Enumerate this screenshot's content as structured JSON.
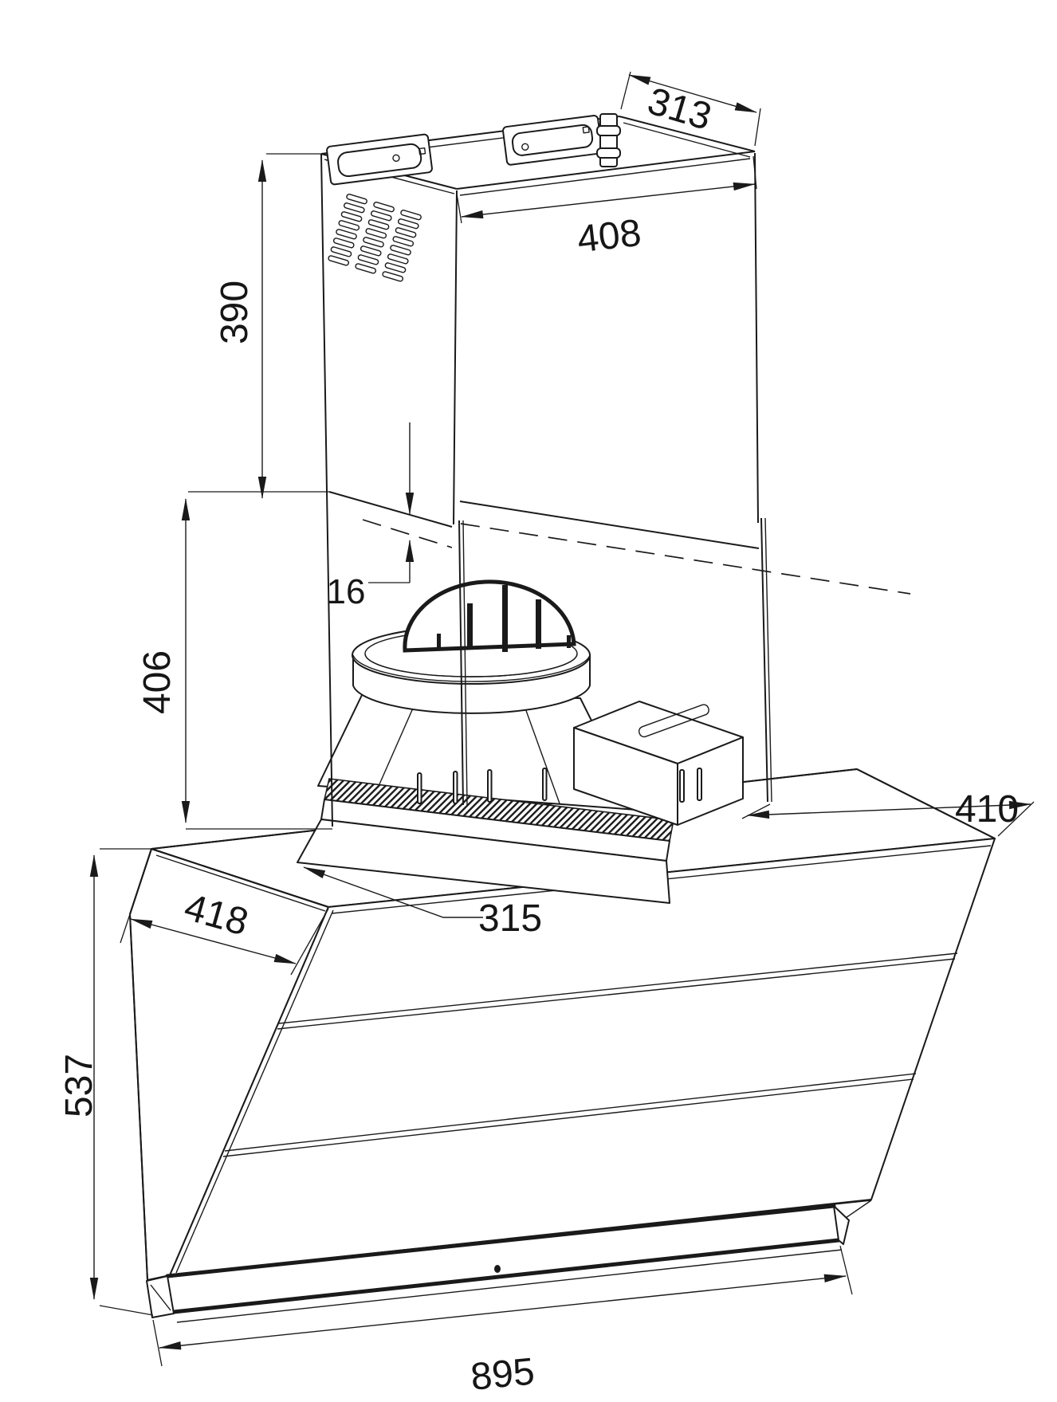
{
  "page": {
    "background": "#ffffff",
    "line_color": "#1a1a1a"
  },
  "dimensions": {
    "chimney_top_depth": "313",
    "chimney_top_width": "408",
    "upper_chimney_height": "390",
    "section_overlap": "16",
    "lower_chimney_height": "406",
    "top_plate_right_width": "410",
    "duct_plate_offset": "315",
    "top_plate_depth": "418",
    "front_panel_height": "537",
    "hood_width": "895"
  }
}
